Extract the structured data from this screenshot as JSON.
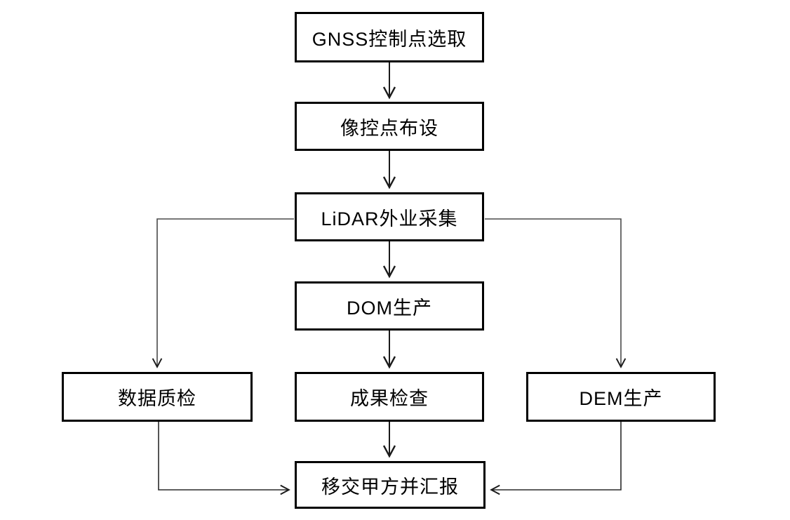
{
  "diagram": {
    "type": "flowchart",
    "background_color": "#ffffff",
    "box_border_color": "#000000",
    "line_color": "#3c3c3c",
    "text_color": "#000000",
    "nodes": [
      {
        "id": "gnss-control-point-selection",
        "label": "GNSS控制点选取"
      },
      {
        "id": "photo-control-point-layout",
        "label": "像控点布设"
      },
      {
        "id": "lidar-field-collection",
        "label": "LiDAR外业采集"
      },
      {
        "id": "dom-production",
        "label": "DOM生产"
      },
      {
        "id": "data-quality-check",
        "label": "数据质检"
      },
      {
        "id": "result-inspection",
        "label": "成果检查"
      },
      {
        "id": "dem-production",
        "label": "DEM生产"
      },
      {
        "id": "handover-and-report",
        "label": "移交甲方并汇报"
      }
    ],
    "edges": [
      {
        "from": "GNSS控制点选取",
        "to": "像控点布设"
      },
      {
        "from": "像控点布设",
        "to": "LiDAR外业采集"
      },
      {
        "from": "LiDAR外业采集",
        "to": "DOM生产"
      },
      {
        "from": "LiDAR外业采集",
        "to": "数据质检"
      },
      {
        "from": "LiDAR外业采集",
        "to": "DEM生产"
      },
      {
        "from": "DOM生产",
        "to": "成果检查"
      },
      {
        "from": "成果检查",
        "to": "移交甲方并汇报"
      },
      {
        "from": "数据质检",
        "to": "移交甲方并汇报"
      },
      {
        "from": "DEM生产",
        "to": "移交甲方并汇报"
      }
    ]
  }
}
